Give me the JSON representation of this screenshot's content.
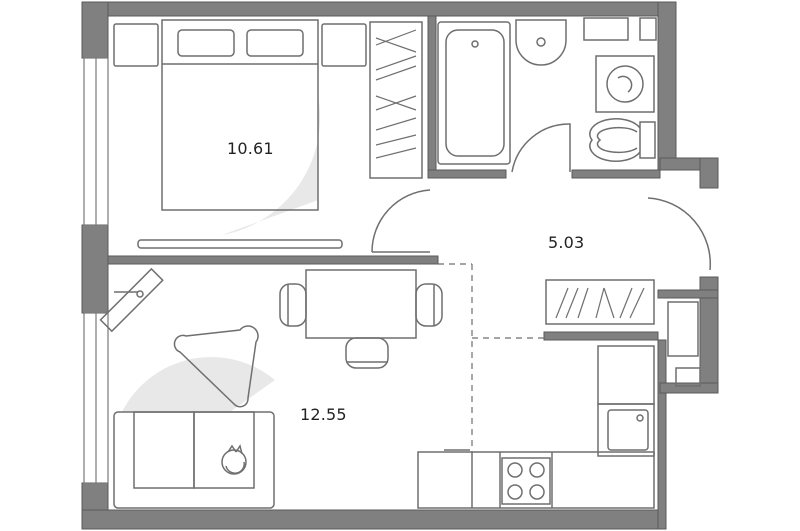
{
  "rooms": {
    "bedroom": {
      "area": "10.61"
    },
    "hall": {
      "area": "5.03"
    },
    "living_kitchen": {
      "area": "12.55"
    }
  },
  "colors": {
    "wall": "#808080",
    "wall_edge": "#5a5a5a",
    "furniture_line": "#707070",
    "floor": "#ffffff",
    "swing_shadow": "#e8e8e8"
  },
  "icons": {
    "bathtub": "bathtub-icon",
    "sink": "sink-icon",
    "washer": "washing-machine-icon",
    "toilet": "toilet-icon",
    "stove": "stove-icon",
    "cat": "cat-icon"
  }
}
